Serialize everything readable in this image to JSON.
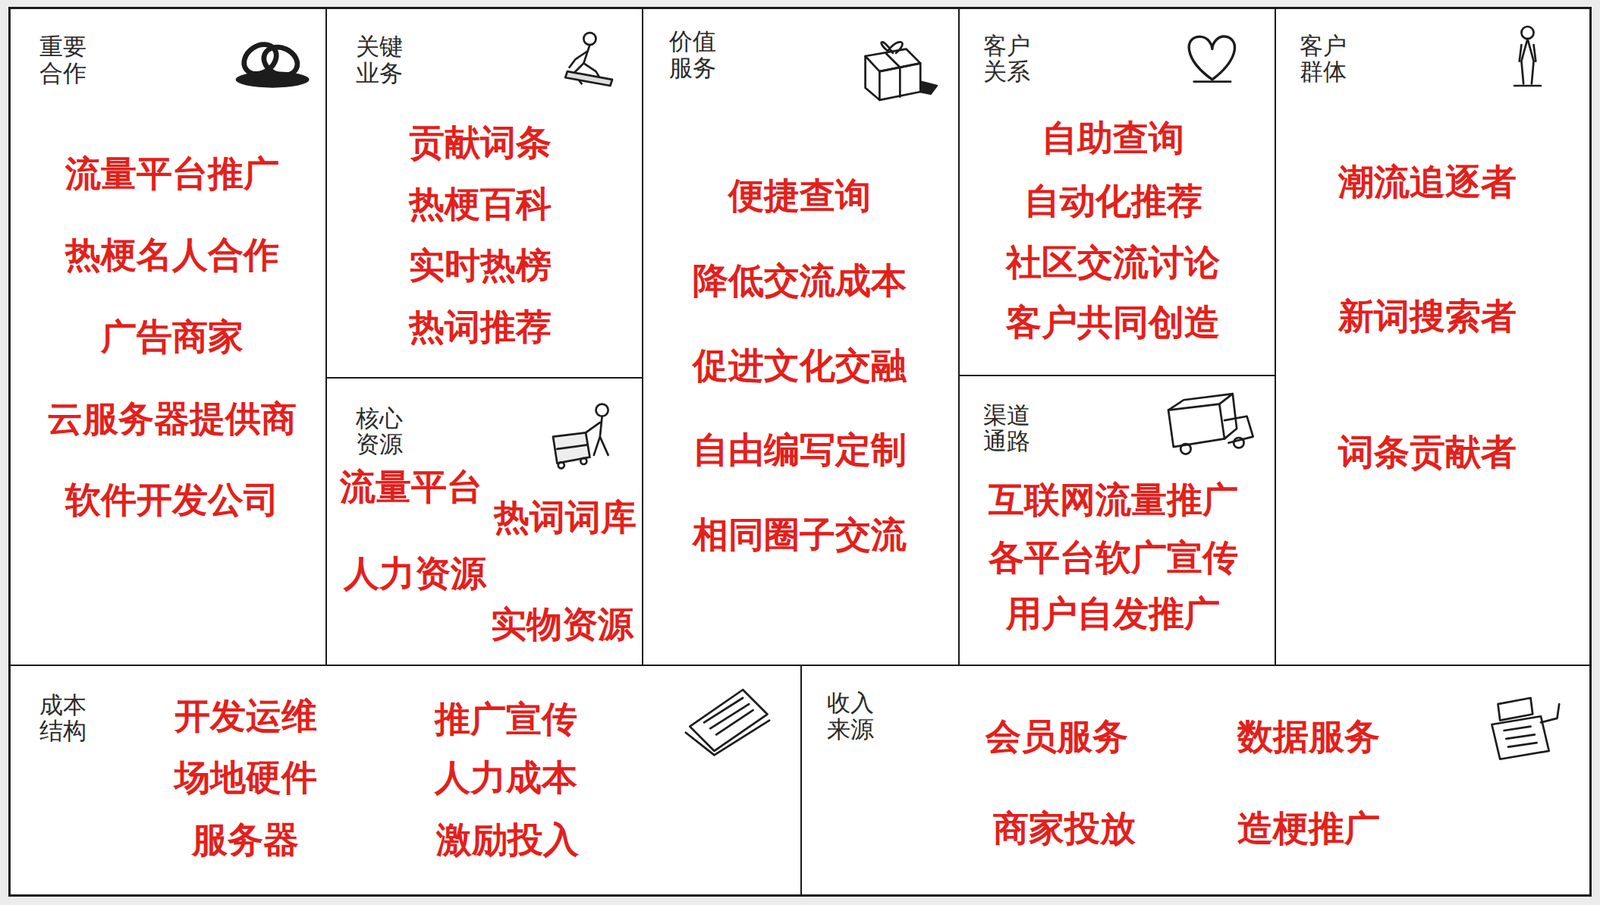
{
  "diagram": {
    "nodes": [
      {
        "text": [
          "重要 合作",
          "流量平台推广",
          "热梗名人合作",
          "广告商家",
          "云服务器提供商",
          "软件开发公司"
        ]
      },
      {
        "text": [
          "关键 业务",
          "贡献词条",
          "热梗百科",
          "实时热榜",
          "热词推荐"
        ]
      },
      {
        "text": [
          "核心 资源",
          "流量平台",
          "热词词库",
          "人力资源",
          "实物资源"
        ]
      },
      {
        "text": [
          "价值 服务",
          "便捷查询",
          "降低交流成本",
          "促进文化交融",
          "自由编写定制",
          "相同圈子交流"
        ]
      },
      {
        "text": [
          "客户 关系",
          "自助查询",
          "自动化推荐",
          "社区交流讨论",
          "客户共同创造"
        ]
      },
      {
        "text": [
          "渠道 通路",
          "互联网流量推广",
          "各平台软广宣传",
          "用户自发推广"
        ]
      },
      {
        "text": [
          "客户 群体",
          "潮流追逐者",
          "新词搜索者",
          "词条贡献者"
        ]
      },
      {
        "text": [
          "成本 结构",
          "开发运维",
          "场地硬件",
          "服务器",
          "推广宣传",
          "人力成本",
          "激励投入"
        ]
      },
      {
        "text": [
          "收入 来源",
          "会员服务",
          "数据服务",
          "商家投放",
          "造梗推广"
        ]
      }
    ]
  }
}
